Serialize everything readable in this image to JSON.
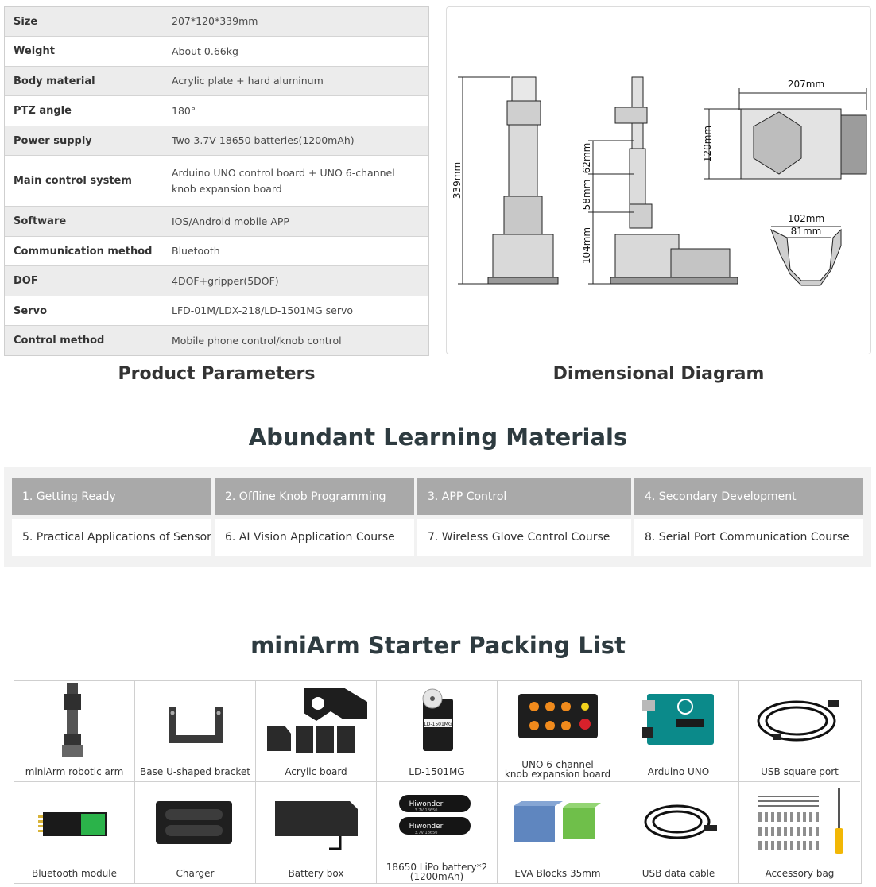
{
  "specs": [
    {
      "label": "Size",
      "value": "207*120*339mm"
    },
    {
      "label": "Weight",
      "value": "About 0.66kg"
    },
    {
      "label": "Body material",
      "value": "Acrylic plate + hard aluminum"
    },
    {
      "label": "PTZ angle",
      "value": "180°"
    },
    {
      "label": "Power supply",
      "value": "Two 3.7V 18650 batteries(1200mAh)"
    },
    {
      "label": "Main control system",
      "value": "Arduino UNO control board + UNO 6-channel knob expansion board"
    },
    {
      "label": "Software",
      "value": "IOS/Android mobile APP"
    },
    {
      "label": "Communication method",
      "value": "Bluetooth"
    },
    {
      "label": "DOF",
      "value": "4DOF+gripper(5DOF)"
    },
    {
      "label": "Servo",
      "value": "LFD-01M/LDX-218/LD-1501MG servo"
    },
    {
      "label": "Control method",
      "value": "Mobile phone control/knob control"
    }
  ],
  "captions": {
    "params": "Product Parameters",
    "diagram": "Dimensional Diagram"
  },
  "dimensions": {
    "height": "339mm",
    "seg_top": "62mm",
    "seg_mid": "58mm",
    "seg_low": "104mm",
    "width": "207mm",
    "depth": "120mm",
    "gripper_outer": "102mm",
    "gripper_inner": "81mm"
  },
  "learning": {
    "title": "Abundant Learning Materials",
    "courses": [
      "1. Getting Ready",
      "2. Offline Knob Programming",
      "3. APP Control",
      "4. Secondary Development",
      "5. Practical Applications of Sensor",
      "6. AI Vision Application Course",
      "7. Wireless Glove Control Course",
      "8. Serial Port Communication Course"
    ]
  },
  "packing": {
    "title": "miniArm Starter Packing List",
    "items": [
      {
        "label": "miniArm robotic arm",
        "icon": "robotic-arm-icon"
      },
      {
        "label": "Base U-shaped bracket",
        "icon": "bracket-icon"
      },
      {
        "label": "Acrylic board",
        "icon": "acrylic-board-icon"
      },
      {
        "label": "LD-1501MG",
        "icon": "servo-icon"
      },
      {
        "label": "UNO 6-channel\nknob expansion board",
        "icon": "knob-board-icon"
      },
      {
        "label": "Arduino UNO",
        "icon": "arduino-board-icon"
      },
      {
        "label": "USB square port",
        "icon": "usb-square-cable-icon"
      },
      {
        "label": "Bluetooth module",
        "icon": "bluetooth-module-icon"
      },
      {
        "label": "Charger",
        "icon": "charger-icon"
      },
      {
        "label": "Battery box",
        "icon": "battery-box-icon"
      },
      {
        "label": "18650 LiPo battery*2\n(1200mAh)",
        "icon": "battery-icon"
      },
      {
        "label": "EVA Blocks 35mm",
        "icon": "eva-blocks-icon"
      },
      {
        "label": "USB data cable",
        "icon": "usb-cable-icon"
      },
      {
        "label": "Accessory bag",
        "icon": "accessory-bag-icon"
      }
    ],
    "battery_brand": "Hiwonder",
    "battery_spec": "3.7V 18650",
    "servo_tag": "LD-1501MG"
  },
  "colors": {
    "heading": "#2e3b40",
    "course_header_bg": "#a9a9a9",
    "eva_blue": "#5f86bf",
    "eva_green": "#6fbf4a",
    "arduino_teal": "#0b8a8a",
    "knob_orange": "#f08a1c"
  }
}
